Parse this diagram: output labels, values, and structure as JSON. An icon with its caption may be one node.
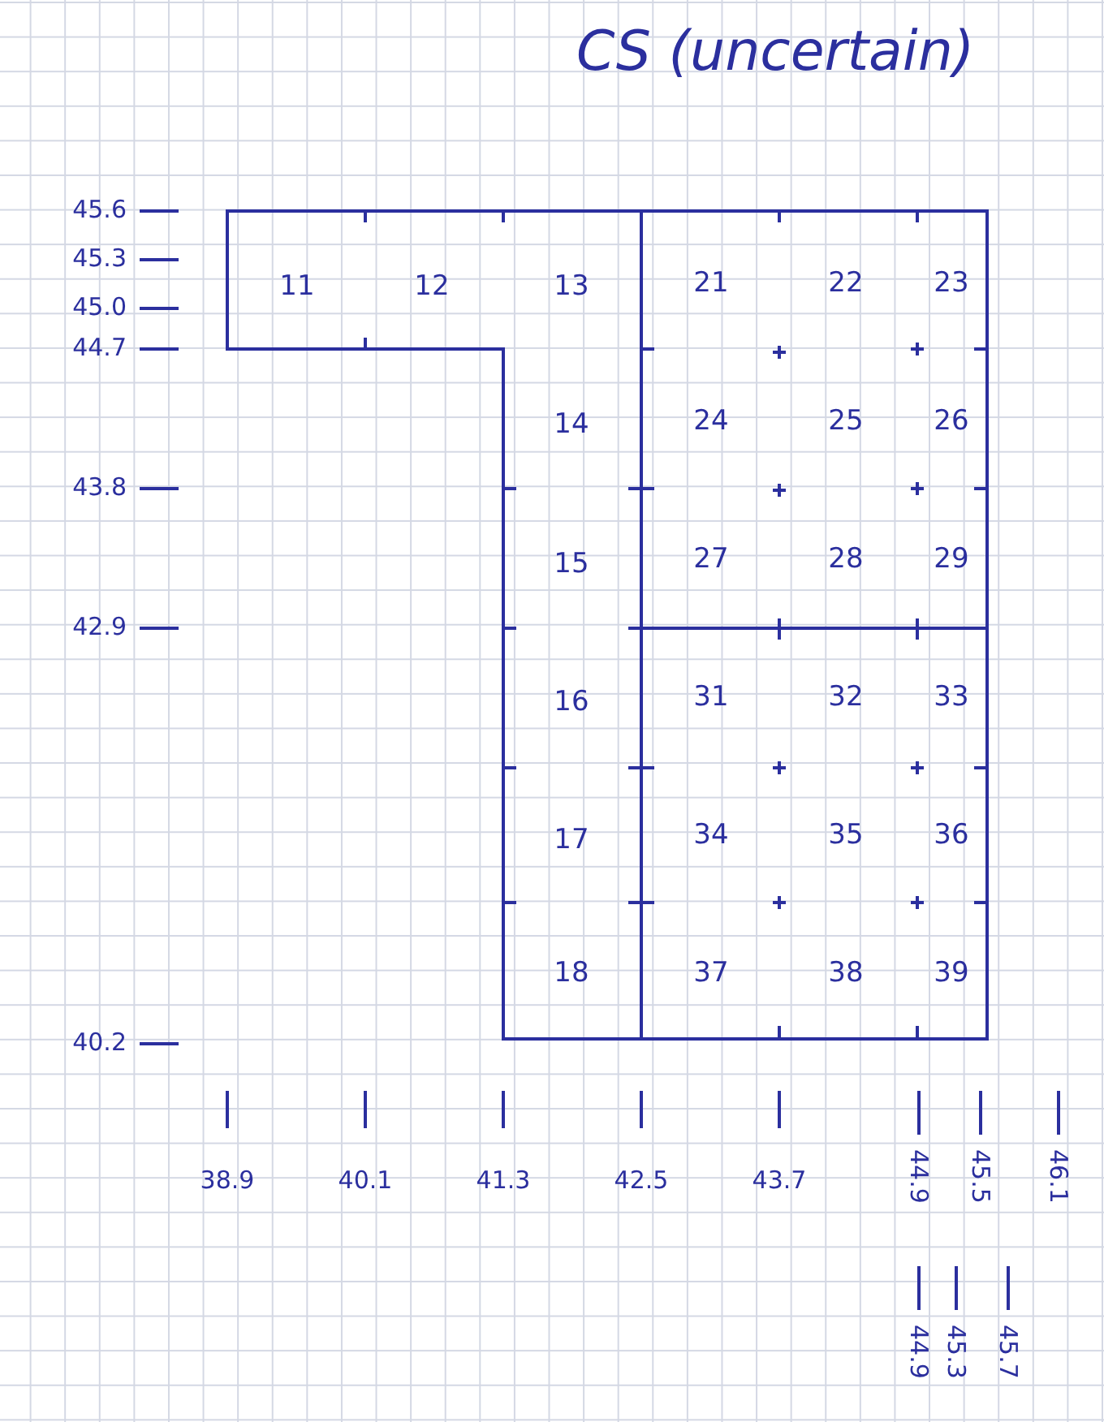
{
  "diagram": {
    "title": "CS (uncertain)",
    "nodes": [
      {
        "text": [
          "11",
          "12",
          "13",
          "14",
          "15",
          "16",
          "17",
          "18"
        ]
      },
      {
        "text": [
          "21",
          "22",
          "23",
          "24",
          "25",
          "26",
          "27",
          "28",
          "29"
        ]
      },
      {
        "text": [
          "31",
          "32",
          "33",
          "34",
          "35",
          "36",
          "37",
          "38",
          "39"
        ]
      }
    ],
    "edges": [],
    "labels": [
      "45.6",
      "45.3",
      "45.0",
      "44.7",
      "43.8",
      "42.9",
      "40.2",
      "38.9",
      "40.1",
      "41.3",
      "42.5",
      "43.7",
      "44.9",
      "45.5",
      "46.1",
      "44.9",
      "45.3",
      "45.7"
    ]
  }
}
